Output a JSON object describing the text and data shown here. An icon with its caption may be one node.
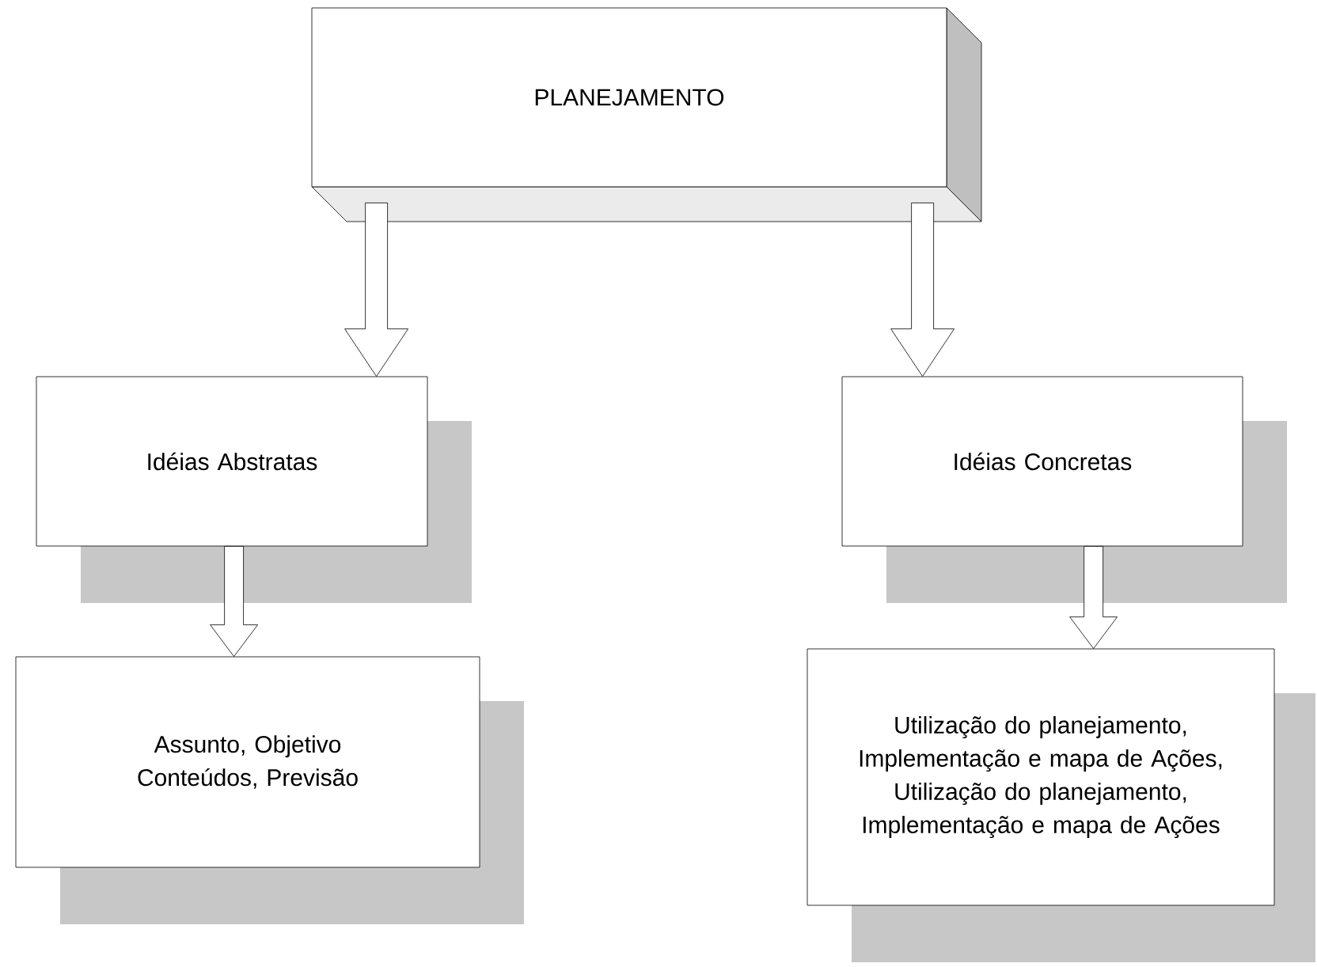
{
  "diagram": {
    "nodes": [
      {
        "text": [
          "PLANEJAMENTO"
        ]
      },
      {
        "text": [
          "Idéias Abstratas"
        ]
      },
      {
        "text": [
          "Idéias Concretas"
        ]
      },
      {
        "text": [
          "Assunto, Objetivo Conteúdos, Previsão"
        ]
      },
      {
        "text": [
          "Utilização do planejamento, Implementação e mapa de Ações, Utilização do planejamento, Implementação e mapa de Ações"
        ]
      }
    ],
    "edges": [
      {
        "from": 0,
        "to": 1,
        "arrow": "to"
      },
      {
        "from": 0,
        "to": 2,
        "arrow": "to"
      },
      {
        "from": 1,
        "to": 3,
        "arrow": "to"
      },
      {
        "from": 2,
        "to": 4,
        "arrow": "to"
      }
    ]
  }
}
